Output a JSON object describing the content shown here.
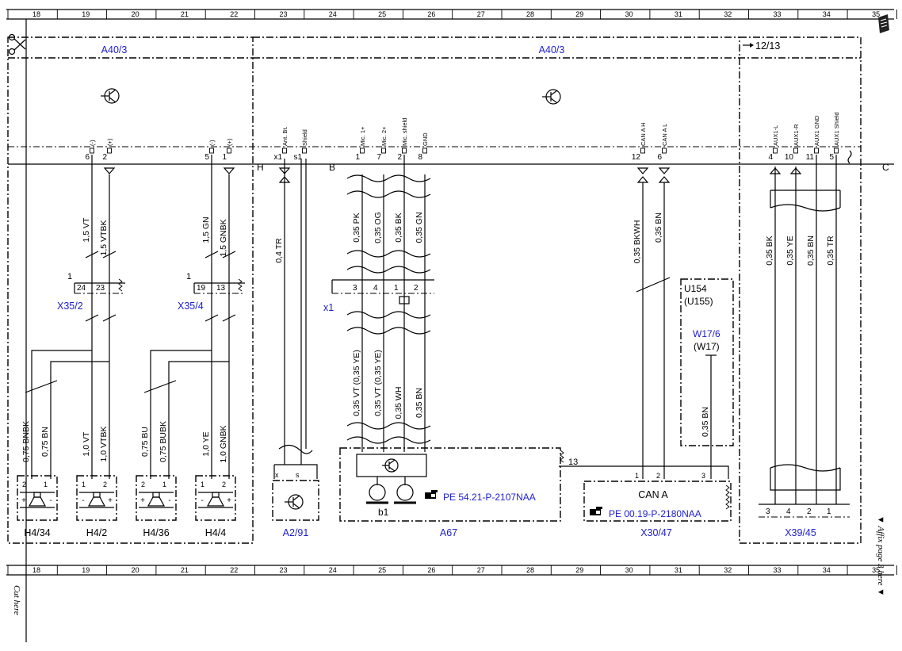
{
  "grid": {
    "columns": [
      "18",
      "19",
      "20",
      "21",
      "22",
      "23",
      "24",
      "25",
      "26",
      "27",
      "28",
      "29",
      "30",
      "31",
      "32",
      "33",
      "34",
      "35"
    ]
  },
  "modules": {
    "left": "A40/3",
    "right": "A40/3",
    "reference": "12/13"
  },
  "bus_letters": [
    "H",
    "B",
    "C"
  ],
  "pins": {
    "g1": [
      {
        "pin": "6",
        "label": "(-)"
      },
      {
        "pin": "2",
        "label": "(+)"
      }
    ],
    "g2": [
      {
        "pin": "5",
        "label": "(-)"
      },
      {
        "pin": "1",
        "label": "(+)"
      }
    ],
    "g3": [
      {
        "pin": "x1",
        "label": "Ant. Bt."
      },
      {
        "pin": "s1",
        "label": "Shield"
      }
    ],
    "g4": [
      {
        "pin": "1",
        "label": "Mic. 1+"
      },
      {
        "pin": "7",
        "label": "Mic. 2+"
      },
      {
        "pin": "2",
        "label": "Mic. shield"
      },
      {
        "pin": "8",
        "label": "GND"
      }
    ],
    "g5": [
      {
        "pin": "12",
        "label": "CAN A H"
      },
      {
        "pin": "6",
        "label": "CAN A L"
      }
    ],
    "g6": [
      {
        "pin": "4",
        "label": "AUX1-L"
      },
      {
        "pin": "10",
        "label": "AUX1-R"
      },
      {
        "pin": "11",
        "label": "AUX1 GND"
      },
      {
        "pin": "5",
        "label": "AUX1 Shield"
      }
    ]
  },
  "wires": {
    "upper": [
      "1,5 VT",
      "1,5 VTBK",
      "1,5 GN",
      "1,5 GNBK",
      "0,4 TR",
      "0,35 PK",
      "0,35 OG",
      "0,35 BK",
      "0,35 GN",
      "0,35 BKWH",
      "0,35 BN",
      "0,35 BK",
      "0,35 YE",
      "0,35 BN",
      "0,35 TR"
    ],
    "lower": [
      "0,75 BNBK",
      "0,75 BN",
      "1,0 VT",
      "1,0 VTBK",
      "0,75 BU",
      "0,75 BUBK",
      "1,0 YE",
      "1,0 GNBK",
      "0,35 VT (0,35 YE)",
      "0,35 VT (0,35 YE)",
      "0,35 WH",
      "0,35 BN",
      "0,35 BN"
    ]
  },
  "connectors": {
    "x35_2": {
      "name": "X35/2",
      "pins": [
        "24",
        "23"
      ],
      "one": "1"
    },
    "x35_4": {
      "name": "X35/4",
      "pins": [
        "19",
        "13"
      ],
      "one": "1"
    },
    "x1": {
      "name": "x1",
      "pins": [
        "3",
        "4",
        "1",
        "2"
      ]
    }
  },
  "components": {
    "speakers": [
      {
        "name": "H4/34",
        "pins": [
          "2",
          "1"
        ],
        "pol": [
          "+",
          "-"
        ]
      },
      {
        "name": "H4/2",
        "pins": [
          "1",
          "2"
        ],
        "pol": [
          "-",
          "+"
        ]
      },
      {
        "name": "H4/36",
        "pins": [
          "2",
          "1"
        ],
        "pol": [
          "+",
          "-"
        ]
      },
      {
        "name": "H4/4",
        "pins": [
          "1",
          "2"
        ],
        "pol": [
          "-",
          "+"
        ]
      }
    ],
    "a2_91": {
      "name": "A2/91",
      "pins": [
        "x",
        "s"
      ]
    },
    "a67": {
      "name": "A67",
      "sub": "b1",
      "ref": "PE 54.21-P-2107NAA"
    },
    "x30_47": {
      "name": "X30/47",
      "title": "CAN A",
      "ref": "PE 00.19-P-2180NAA",
      "pins": [
        "1",
        "2",
        "3"
      ]
    },
    "u154": {
      "line1": "U154",
      "line2": "(U155)",
      "w_name": "W17/6",
      "w_alt": "(W17)"
    },
    "x39_45": {
      "name": "X39/45",
      "pins": [
        "3",
        "4",
        "2",
        "1"
      ]
    },
    "num13": "13"
  },
  "margin": {
    "cut": "Cut here",
    "affix": "▼ Affix page 3 here ▼"
  },
  "icons": [
    "scissors-icon",
    "page-corner-icon",
    "transistor-icon",
    "finger-pointer-icon",
    "speaker-icon"
  ]
}
